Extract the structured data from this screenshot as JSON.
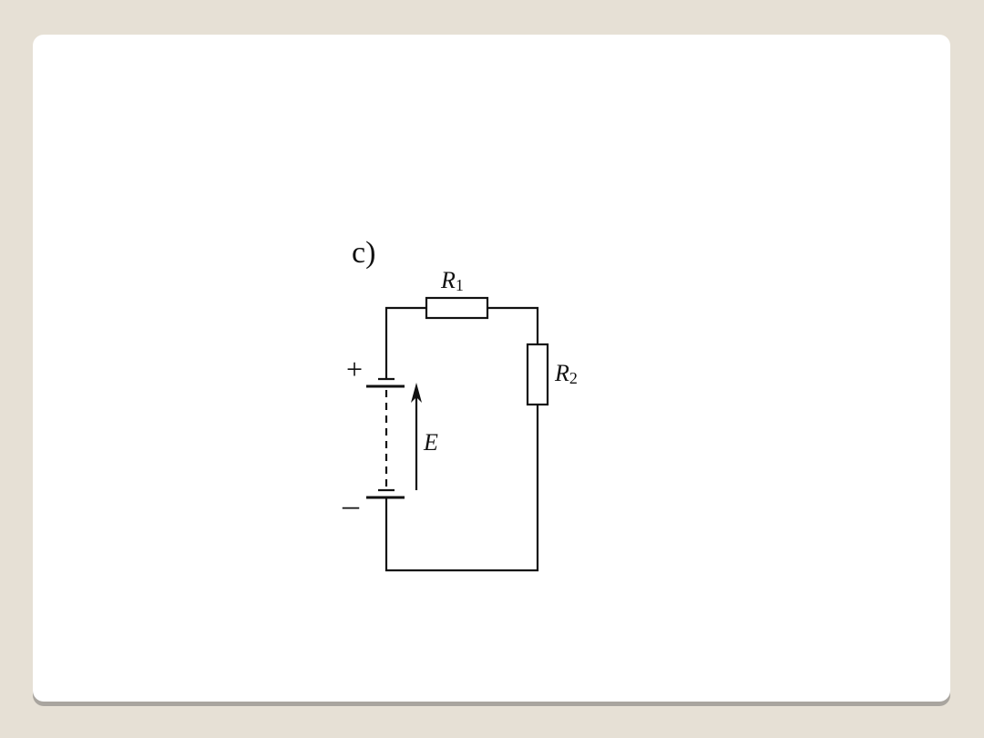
{
  "diagram": {
    "part_label": "c)",
    "resistor_1": {
      "symbol": "R",
      "subscript": "1"
    },
    "resistor_2": {
      "symbol": "R",
      "subscript": "2"
    },
    "plus_sign": "+",
    "minus_sign": "–",
    "emf_label": "E"
  },
  "colors": {
    "wire": "#111111",
    "background": "#e6e0d5",
    "slide": "#ffffff"
  }
}
